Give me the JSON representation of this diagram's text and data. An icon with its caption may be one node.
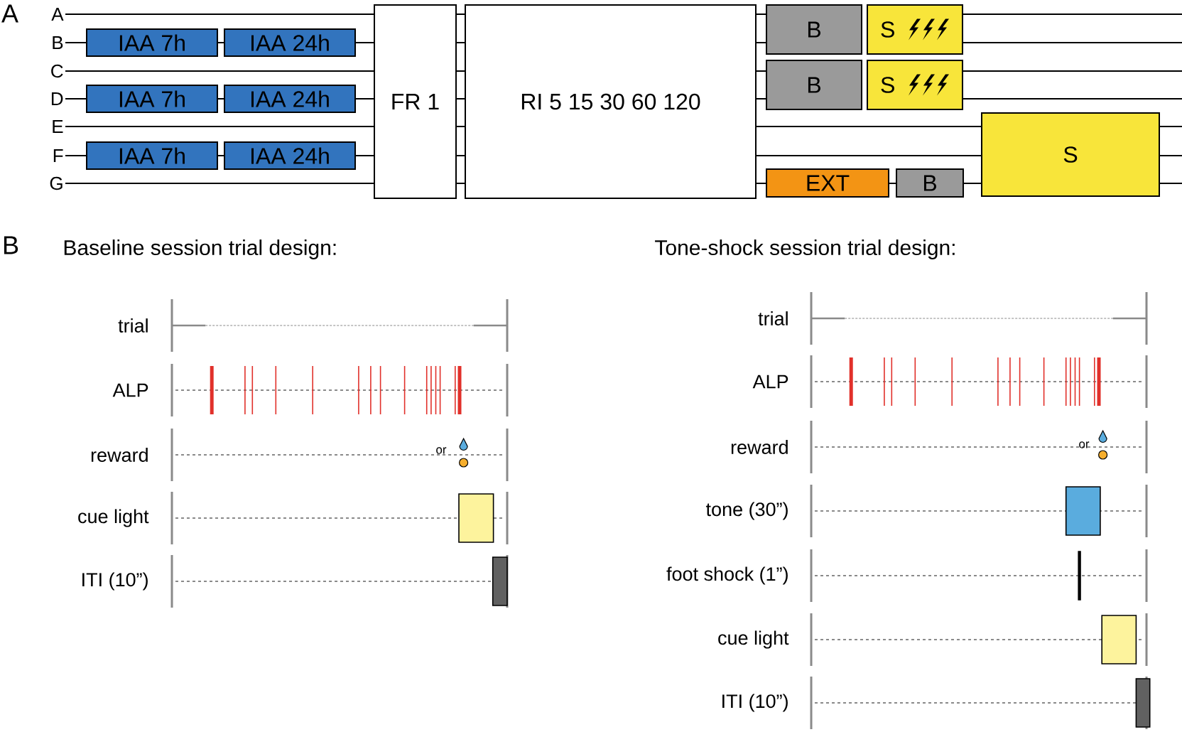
{
  "diagram": {
    "nodes": [
      {
        "text": [
          "A"
        ]
      },
      {
        "text": [
          "B"
        ]
      },
      {
        "text": [
          "C"
        ]
      },
      {
        "text": [
          "D"
        ]
      },
      {
        "text": [
          "E"
        ]
      },
      {
        "text": [
          "F"
        ]
      },
      {
        "text": [
          "G"
        ]
      },
      {
        "text": [
          "IAA 7h"
        ]
      },
      {
        "text": [
          "IAA 24h"
        ]
      },
      {
        "text": [
          "IAA 7h"
        ]
      },
      {
        "text": [
          "IAA 24h"
        ]
      },
      {
        "text": [
          "IAA 7h"
        ]
      },
      {
        "text": [
          "IAA 24h"
        ]
      },
      {
        "text": [
          "FR 1"
        ]
      },
      {
        "text": [
          "RI 5 15 30 60 120"
        ]
      },
      {
        "text": [
          "B"
        ]
      },
      {
        "text": [
          "S"
        ]
      },
      {
        "text": [
          "B"
        ]
      },
      {
        "text": [
          "S"
        ]
      },
      {
        "text": [
          "EXT"
        ]
      },
      {
        "text": [
          "B"
        ]
      },
      {
        "text": [
          "S"
        ]
      }
    ],
    "edges": [
      {
        "from": 0,
        "to": 13,
        "arrow": "none"
      },
      {
        "from": 13,
        "to": 14,
        "arrow": "none"
      },
      {
        "from": 14,
        "to": 15,
        "arrow": "none"
      },
      {
        "from": 16,
        "to": null,
        "arrow": "none"
      },
      {
        "from": 1,
        "to": 7,
        "arrow": "none"
      },
      {
        "from": 7,
        "to": 8,
        "arrow": "none"
      },
      {
        "from": 8,
        "to": 13,
        "arrow": "none"
      },
      {
        "from": 13,
        "to": 14,
        "arrow": "none"
      },
      {
        "from": 14,
        "to": 15,
        "arrow": "none"
      },
      {
        "from": 16,
        "to": null,
        "arrow": "none"
      },
      {
        "from": 2,
        "to": 13,
        "arrow": "none"
      },
      {
        "from": 13,
        "to": 14,
        "arrow": "none"
      },
      {
        "from": 14,
        "to": 17,
        "arrow": "none"
      },
      {
        "from": 18,
        "to": null,
        "arrow": "none"
      },
      {
        "from": 3,
        "to": 9,
        "arrow": "none"
      },
      {
        "from": 9,
        "to": 10,
        "arrow": "none"
      },
      {
        "from": 10,
        "to": 13,
        "arrow": "none"
      },
      {
        "from": 13,
        "to": 14,
        "arrow": "none"
      },
      {
        "from": 14,
        "to": 17,
        "arrow": "none"
      },
      {
        "from": 18,
        "to": null,
        "arrow": "none"
      },
      {
        "from": 4,
        "to": 13,
        "arrow": "none"
      },
      {
        "from": 13,
        "to": 14,
        "arrow": "none"
      },
      {
        "from": 14,
        "to": 21,
        "arrow": "none"
      },
      {
        "from": 21,
        "to": null,
        "arrow": "none"
      },
      {
        "from": 5,
        "to": 11,
        "arrow": "none"
      },
      {
        "from": 11,
        "to": 12,
        "arrow": "none"
      },
      {
        "from": 12,
        "to": 13,
        "arrow": "none"
      },
      {
        "from": 13,
        "to": 14,
        "arrow": "none"
      },
      {
        "from": 14,
        "to": 21,
        "arrow": "none"
      },
      {
        "from": 21,
        "to": null,
        "arrow": "none"
      },
      {
        "from": 6,
        "to": 13,
        "arrow": "none"
      },
      {
        "from": 13,
        "to": 14,
        "arrow": "none"
      },
      {
        "from": 14,
        "to": 19,
        "arrow": "none"
      },
      {
        "from": 19,
        "to": 20,
        "arrow": "none"
      },
      {
        "from": 20,
        "to": 21,
        "arrow": "none"
      },
      {
        "from": 21,
        "to": null,
        "arrow": "none"
      }
    ],
    "labels": [
      "A",
      "B",
      "Baseline session trial design:",
      "Tone-shock session trial design:",
      "trial",
      "ALP",
      "reward",
      "or",
      "cue light",
      "ITI (10”)",
      "trial",
      "ALP",
      "reward",
      "or",
      "tone (30”)",
      "foot shock (1”)",
      "cue light",
      "ITI (10”)"
    ]
  }
}
